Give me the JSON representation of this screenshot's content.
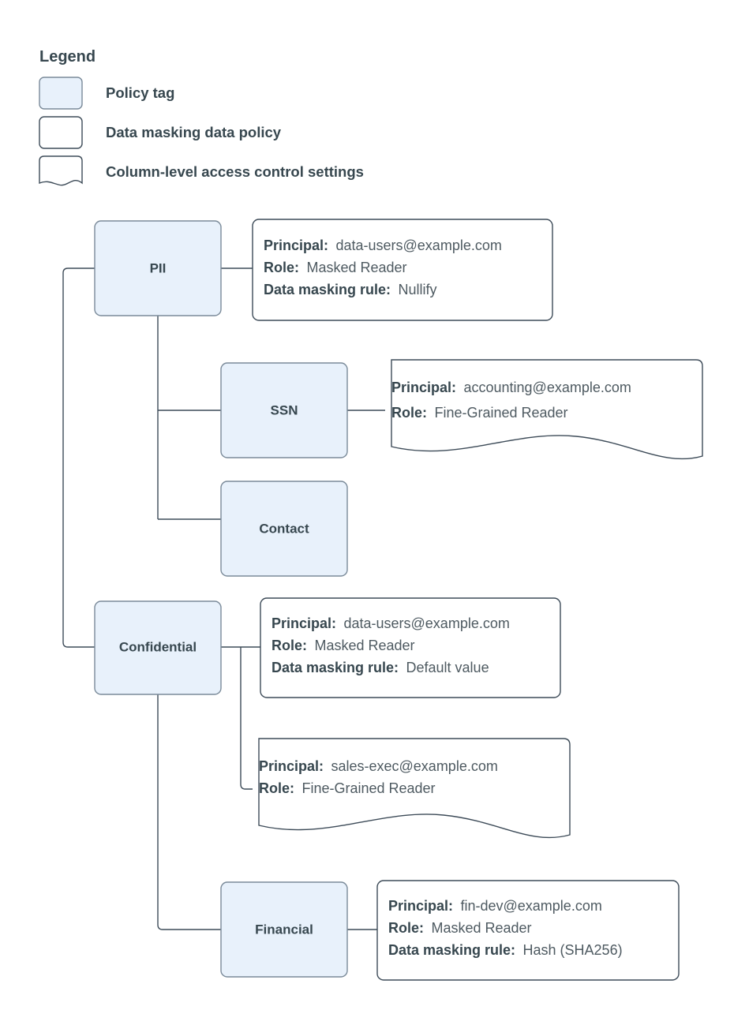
{
  "legend": {
    "title": "Legend",
    "items": [
      {
        "shape": "policy-tag-swatch",
        "label": "Policy tag"
      },
      {
        "shape": "data-masking-policy-swatch",
        "label": "Data masking data policy"
      },
      {
        "shape": "column-access-settings-swatch",
        "label": "Column-level access control settings"
      }
    ]
  },
  "tags": {
    "pii": "PII",
    "ssn": "SSN",
    "contact": "Contact",
    "confidential": "Confidential",
    "financial": "Financial"
  },
  "labels": {
    "principal": "Principal:",
    "role": "Role:",
    "masking_rule": "Data masking rule:"
  },
  "policies": {
    "pii": {
      "principal": "data-users@example.com",
      "role": "Masked Reader",
      "masking_rule": "Nullify"
    },
    "ssn": {
      "principal": "accounting@example.com",
      "role": "Fine-Grained Reader"
    },
    "confidential_masked": {
      "principal": "data-users@example.com",
      "role": "Masked Reader",
      "masking_rule": "Default value"
    },
    "confidential_finegrained": {
      "principal": "sales-exec@example.com",
      "role": "Fine-Grained Reader"
    },
    "financial": {
      "principal": "fin-dev@example.com",
      "role": "Masked Reader",
      "masking_rule": "Hash (SHA256)"
    }
  },
  "colors": {
    "tag_fill": "#e8f1fb",
    "tag_stroke": "#7a8a99",
    "box_stroke": "#3d4b58",
    "text": "#37474f",
    "value_text": "#4e5a61",
    "background": "#ffffff"
  }
}
